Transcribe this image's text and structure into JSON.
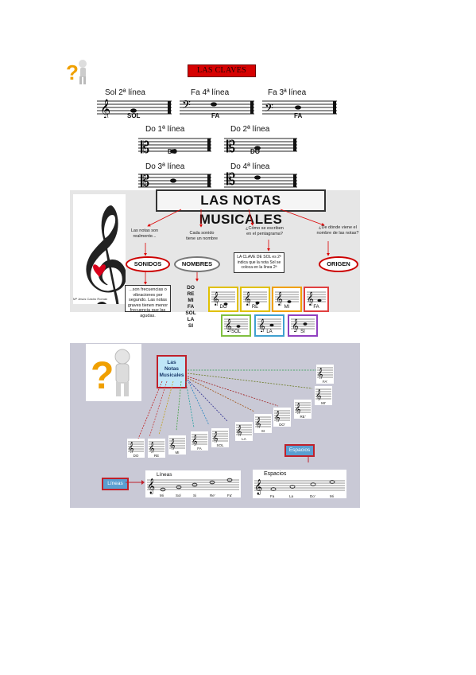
{
  "section1": {
    "title": "LAS CLAVES",
    "clefs": [
      {
        "label": "Sol 2ª línea",
        "note": "SOL",
        "kind": "treble"
      },
      {
        "label": "Fa 4ª línea",
        "note": "FA",
        "kind": "bass"
      },
      {
        "label": "Fa 3ª línea",
        "note": "FA",
        "kind": "bass"
      },
      {
        "label": "Do 1ª línea",
        "note": "DO",
        "kind": "alto"
      },
      {
        "label": "Do 2ª línea",
        "note": "DO",
        "kind": "alto"
      },
      {
        "label": "Do 3ª línea",
        "note": "",
        "kind": "alto"
      },
      {
        "label": "Do 4ª línea",
        "note": "",
        "kind": "alto"
      }
    ]
  },
  "section2": {
    "title": "LAS NOTAS MUSICALES",
    "credit": "Mª Jesús Castro Román",
    "questions": [
      "Las notas son realmente...",
      "Cada sonido tiene un nombre",
      "¿Cómo se escriben en el pentagrama?",
      "¿De dónde viene el nombre de las notas?"
    ],
    "ovals": [
      "SONIDOS",
      "NOMBRES",
      "ORIGEN"
    ],
    "sonidos_text": "...son frecuencias o vibraciones por segundo. Las notas graves tienen menor frecuencia que las agudas.",
    "clave_text": "LA CLAVE DE SOL es 2ª indica que la nota Sol se coloca en la línea 2ª",
    "names": [
      "DO",
      "RE",
      "MI",
      "FA",
      "SOL",
      "LA",
      "SI"
    ],
    "cards": [
      "DO",
      "RE",
      "MI",
      "FA",
      "SOL",
      "LA",
      "SI"
    ]
  },
  "section3": {
    "center": [
      "Las",
      "Notas",
      "Musicales"
    ],
    "staircase": [
      "DO",
      "RE",
      "MI",
      "FA",
      "SOL",
      "LA",
      "SI",
      "DO'",
      "RE'",
      "MI'",
      "FA'"
    ],
    "lineas_tag": "Líneas",
    "espacios_tag": "Espacios",
    "lineas_title": "Líneas",
    "lineas_notes": [
      "Mi",
      "Sol",
      "Si",
      "Re'",
      "Fa'"
    ],
    "espacios_title": "Espacios",
    "espacios_notes": [
      "Fa",
      "La",
      "Do'",
      "Mi"
    ]
  },
  "colors": {
    "title_red": "#d60000",
    "panel_gray": "#e6e6e6",
    "diagram_lavender": "#c9c9d6",
    "accent_red": "#c0202a",
    "card_yellow": "#e0c000"
  }
}
